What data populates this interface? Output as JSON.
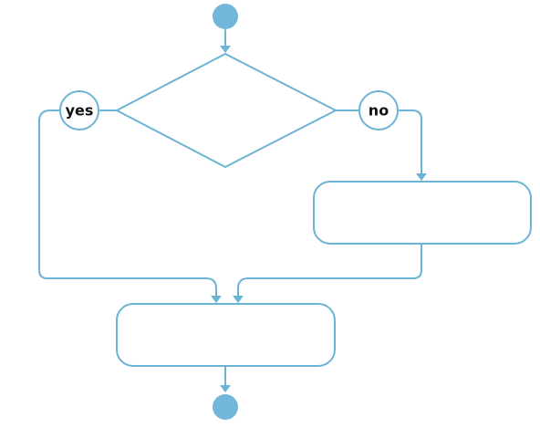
{
  "diagram": {
    "type": "flowchart",
    "colors": {
      "line": "#6db3d6",
      "terminal": "#72b6d9",
      "label_text": "#111111",
      "background": "#ffffff"
    },
    "nodes": {
      "start": {
        "shape": "filled-circle"
      },
      "decision": {
        "shape": "diamond",
        "text": ""
      },
      "branch_yes": {
        "shape": "circle",
        "text": "yes"
      },
      "branch_no": {
        "shape": "circle",
        "text": "no"
      },
      "process_no": {
        "shape": "rounded-rectangle",
        "text": ""
      },
      "process_merge": {
        "shape": "rounded-rectangle",
        "text": ""
      },
      "end": {
        "shape": "filled-circle"
      }
    },
    "edges": [
      {
        "from": "start",
        "to": "decision"
      },
      {
        "from": "decision",
        "to": "branch_yes"
      },
      {
        "from": "decision",
        "to": "branch_no"
      },
      {
        "from": "branch_no",
        "to": "process_no"
      },
      {
        "from": "branch_yes",
        "to": "process_merge"
      },
      {
        "from": "process_no",
        "to": "process_merge"
      },
      {
        "from": "process_merge",
        "to": "end"
      }
    ]
  }
}
